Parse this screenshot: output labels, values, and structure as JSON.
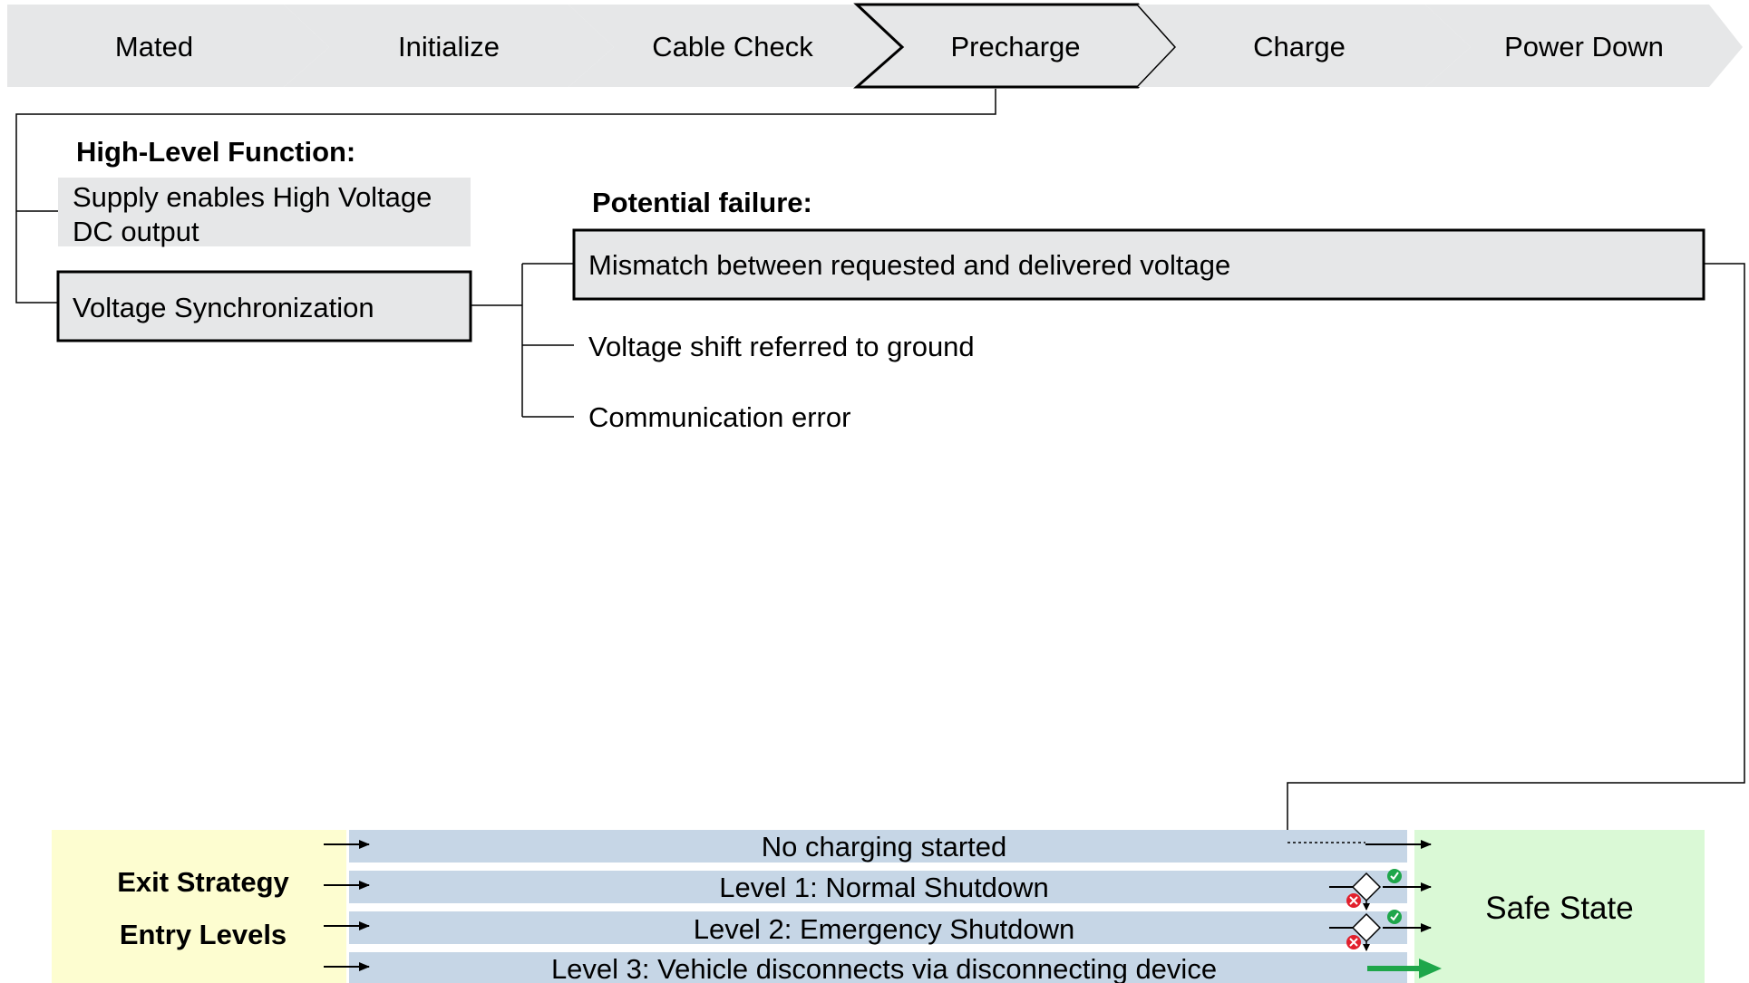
{
  "process_steps": [
    {
      "label": "Mated",
      "active": false
    },
    {
      "label": "Initialize",
      "active": false
    },
    {
      "label": "Cable Check",
      "active": false
    },
    {
      "label": "Precharge",
      "active": true
    },
    {
      "label": "Charge",
      "active": false
    },
    {
      "label": "Power Down",
      "active": false
    }
  ],
  "high_level": {
    "heading": "High-Level Function:",
    "function_line1": "Supply enables High Voltage",
    "function_line2": "DC output",
    "subfunction": "Voltage Synchronization"
  },
  "failures": {
    "heading": "Potential failure:",
    "items": [
      "Mismatch between requested and delivered voltage",
      "Voltage shift referred to ground",
      "Communication error"
    ]
  },
  "exit": {
    "title_line1": "Exit Strategy",
    "title_line2": "Entry Levels",
    "levels": [
      "No charging started",
      "Level 1: Normal Shutdown",
      "Level 2: Emergency Shutdown",
      "Level 3: Vehicle disconnects via disconnecting device"
    ],
    "safe_state": "Safe State"
  },
  "colors": {
    "step_fill": "#e6e7e8",
    "box_fill": "#e6e7e8",
    "level_fill": "#c6d6e6",
    "exit_fill": "#fdfdd0",
    "safe_fill": "#daf9d6",
    "ok_green": "#1ea64a",
    "fail_red": "#e2202c"
  }
}
